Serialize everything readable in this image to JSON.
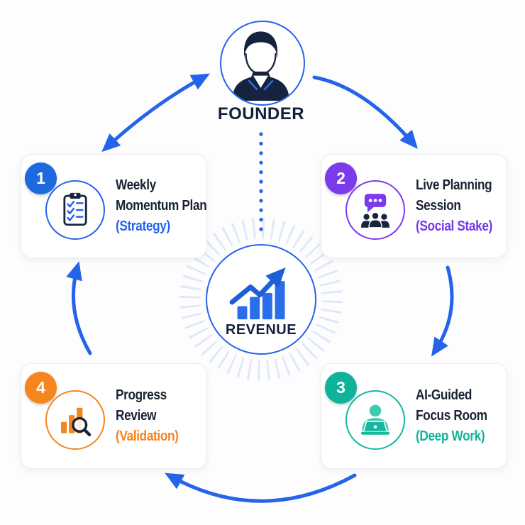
{
  "hub_top": {
    "label": "FOUNDER",
    "icon": "founder-avatar-icon"
  },
  "hub_center": {
    "label": "REVENUE",
    "icon": "revenue-growth-chart-icon"
  },
  "cards": [
    {
      "number": "1",
      "title_line1": "Weekly",
      "title_line2": "Momentum Plan",
      "subtitle": "(Strategy)",
      "accent_color": "#2563eb",
      "icon": "clipboard-checklist-icon"
    },
    {
      "number": "2",
      "title_line1": "Live Planning",
      "title_line2": "Session",
      "subtitle": "(Social Stake)",
      "accent_color": "#7c3aed",
      "icon": "chat-group-icon"
    },
    {
      "number": "3",
      "title_line1": "AI-Guided",
      "title_line2": "Focus Room",
      "subtitle": "(Deep Work)",
      "accent_color": "#14b8a0",
      "icon": "person-laptop-icon"
    },
    {
      "number": "4",
      "title_line1": "Progress",
      "title_line2": "Review",
      "subtitle": "(Validation)",
      "accent_color": "#f5861d",
      "icon": "chart-magnifier-icon"
    }
  ],
  "palette": {
    "arrow_blue": "#2563eb",
    "title_navy": "#1a2333",
    "icon_navy": "#17243e",
    "teal_fill": "#3ecbaf",
    "orange_fill": "#f5861d",
    "purple_fill": "#7c3aed"
  }
}
